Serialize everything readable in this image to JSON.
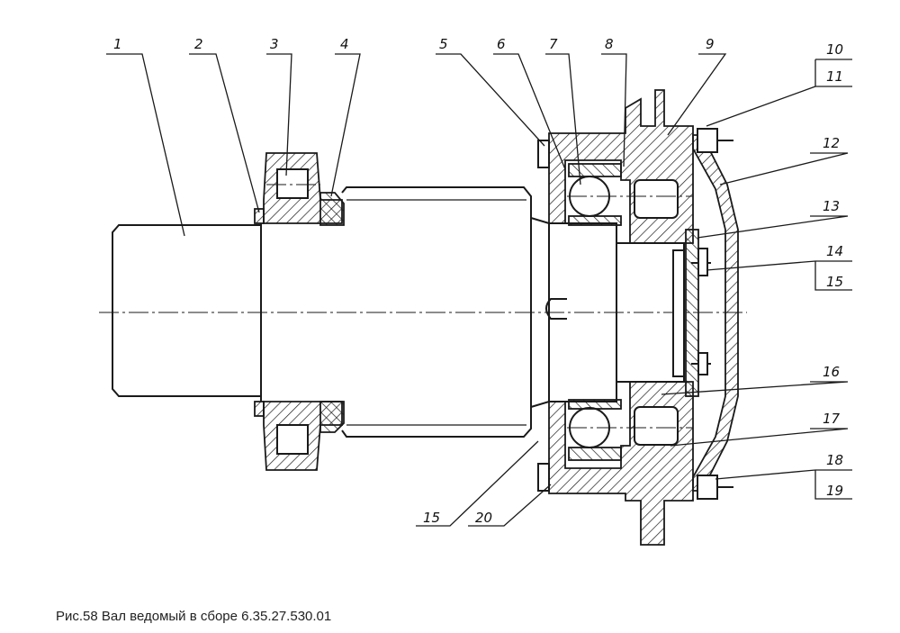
{
  "caption": "Рис.58 Вал ведомый в сборе 6.35.27.530.01",
  "part_labels": [
    "1",
    "2",
    "3",
    "4",
    "5",
    "6",
    "7",
    "8",
    "9",
    "10",
    "11",
    "12",
    "13",
    "14",
    "15",
    "16",
    "17",
    "18",
    "19",
    "15",
    "20"
  ]
}
